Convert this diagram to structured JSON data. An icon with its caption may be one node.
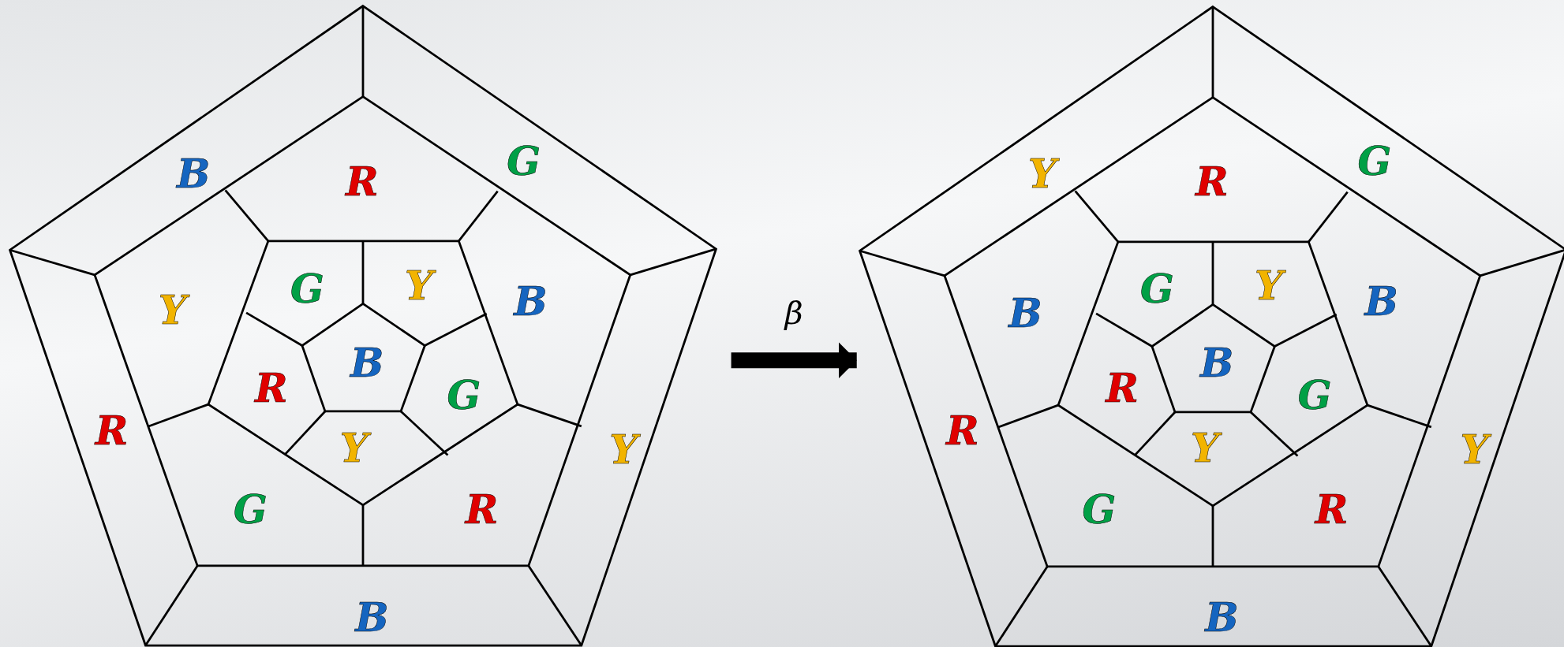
{
  "diagram": {
    "nodes": [
      {
        "text": [],
        "shape": "picture"
      },
      {
        "text": [],
        "shape": "picture"
      }
    ],
    "edges": [
      {
        "from": 0,
        "to": 1,
        "arrow": "to",
        "label": "β"
      }
    ],
    "labels": [
      "B",
      "R",
      "G",
      "Y",
      "G",
      "Y",
      "B",
      "R",
      "B",
      "G",
      "R",
      "Y",
      "Y",
      "G",
      "R",
      "B",
      "Y",
      "R",
      "G",
      "B",
      "G",
      "Y",
      "B",
      "R",
      "B",
      "G",
      "R",
      "Y",
      "Y",
      "G",
      "R",
      "B"
    ]
  }
}
